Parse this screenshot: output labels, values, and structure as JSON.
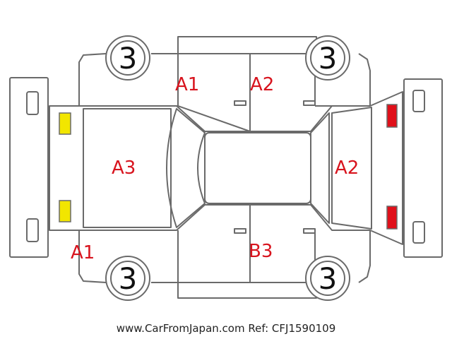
{
  "colors": {
    "outline": "#6a6a6a",
    "damage_text": "#d8141e",
    "headlight": "#f2e600",
    "taillight": "#e0101a"
  },
  "wheels": {
    "front_left": "3",
    "rear_left": "3",
    "front_right": "3",
    "rear_right": "3"
  },
  "damage": {
    "front_door_top": "A1",
    "rear_door_top": "A2",
    "hood": "A3",
    "tailgate": "A2",
    "front_corner_bottom": "A1",
    "rear_door_bottom": "B3"
  },
  "footer": {
    "site": "www.CarFromJapan.com",
    "ref": "Ref: CFJ1590109"
  }
}
